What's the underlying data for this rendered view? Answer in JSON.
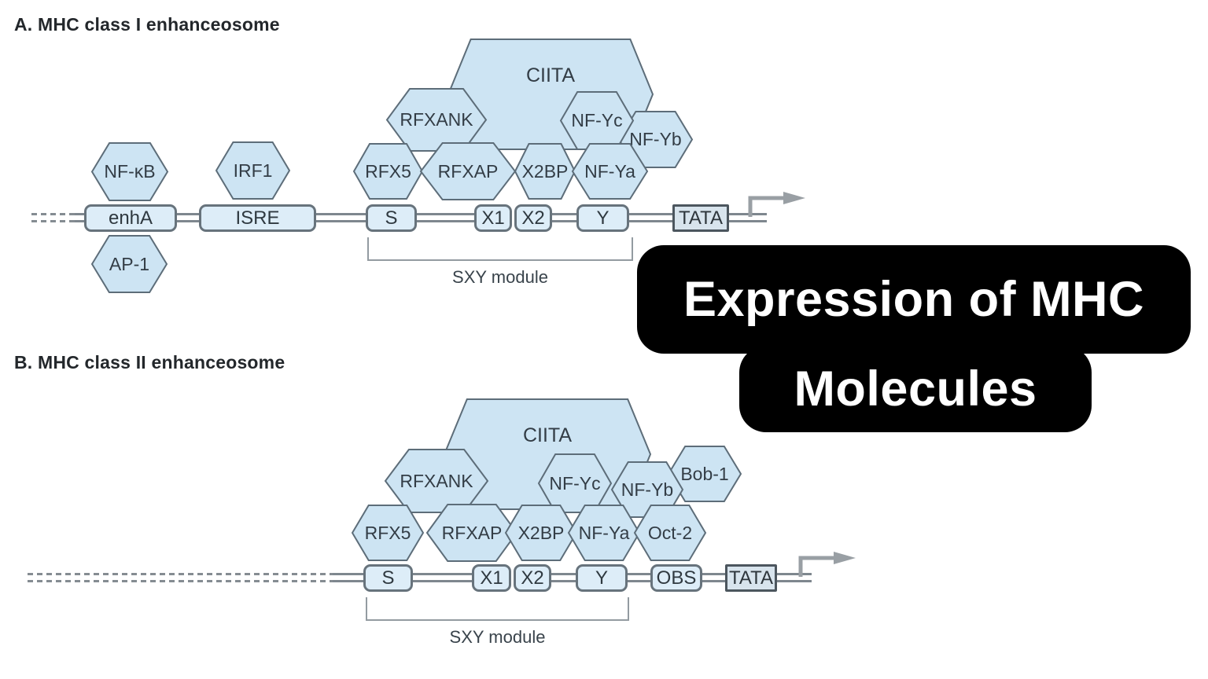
{
  "panels": [
    {
      "title": "A. MHC class I enhanceosome",
      "hexagons": [
        {
          "label": "NF-κB"
        },
        {
          "label": "AP-1"
        },
        {
          "label": "IRF1"
        },
        {
          "label": "CIITA"
        },
        {
          "label": "RFXANK"
        },
        {
          "label": "NF-Yc"
        },
        {
          "label": "NF-Yb"
        },
        {
          "label": "RFX5"
        },
        {
          "label": "RFXAP"
        },
        {
          "label": "X2BP"
        },
        {
          "label": "NF-Ya"
        }
      ],
      "dna_boxes": [
        {
          "label": "enhA"
        },
        {
          "label": "ISRE"
        },
        {
          "label": "S"
        },
        {
          "label": "X1"
        },
        {
          "label": "X2"
        },
        {
          "label": "Y"
        },
        {
          "label": "TATA"
        }
      ],
      "bracket_label": "SXY module"
    },
    {
      "title": "B. MHC class II enhanceosome",
      "hexagons": [
        {
          "label": "CIITA"
        },
        {
          "label": "RFXANK"
        },
        {
          "label": "NF-Yc"
        },
        {
          "label": "NF-Yb"
        },
        {
          "label": "Bob-1"
        },
        {
          "label": "RFX5"
        },
        {
          "label": "RFXAP"
        },
        {
          "label": "X2BP"
        },
        {
          "label": "NF-Ya"
        },
        {
          "label": "Oct-2"
        }
      ],
      "dna_boxes": [
        {
          "label": "S"
        },
        {
          "label": "X1"
        },
        {
          "label": "X2"
        },
        {
          "label": "Y"
        },
        {
          "label": "OBS"
        },
        {
          "label": "TATA"
        }
      ],
      "bracket_label": "SXY module"
    }
  ],
  "overlay": {
    "line1": "Expression of MHC",
    "line2": "Molecules"
  },
  "colors": {
    "hexagon_fill": "#cde4f3",
    "hexagon_border": "#5d6d79",
    "dna_box_fill": "#ddedf8",
    "dna_box_border": "#67737c",
    "tata_fill": "#d8e4ed",
    "tata_border": "#4c565e",
    "dna_line": "#7e878e",
    "arrow": "#999fa4",
    "overlay_bg": "#000000",
    "overlay_text": "#ffffff"
  }
}
